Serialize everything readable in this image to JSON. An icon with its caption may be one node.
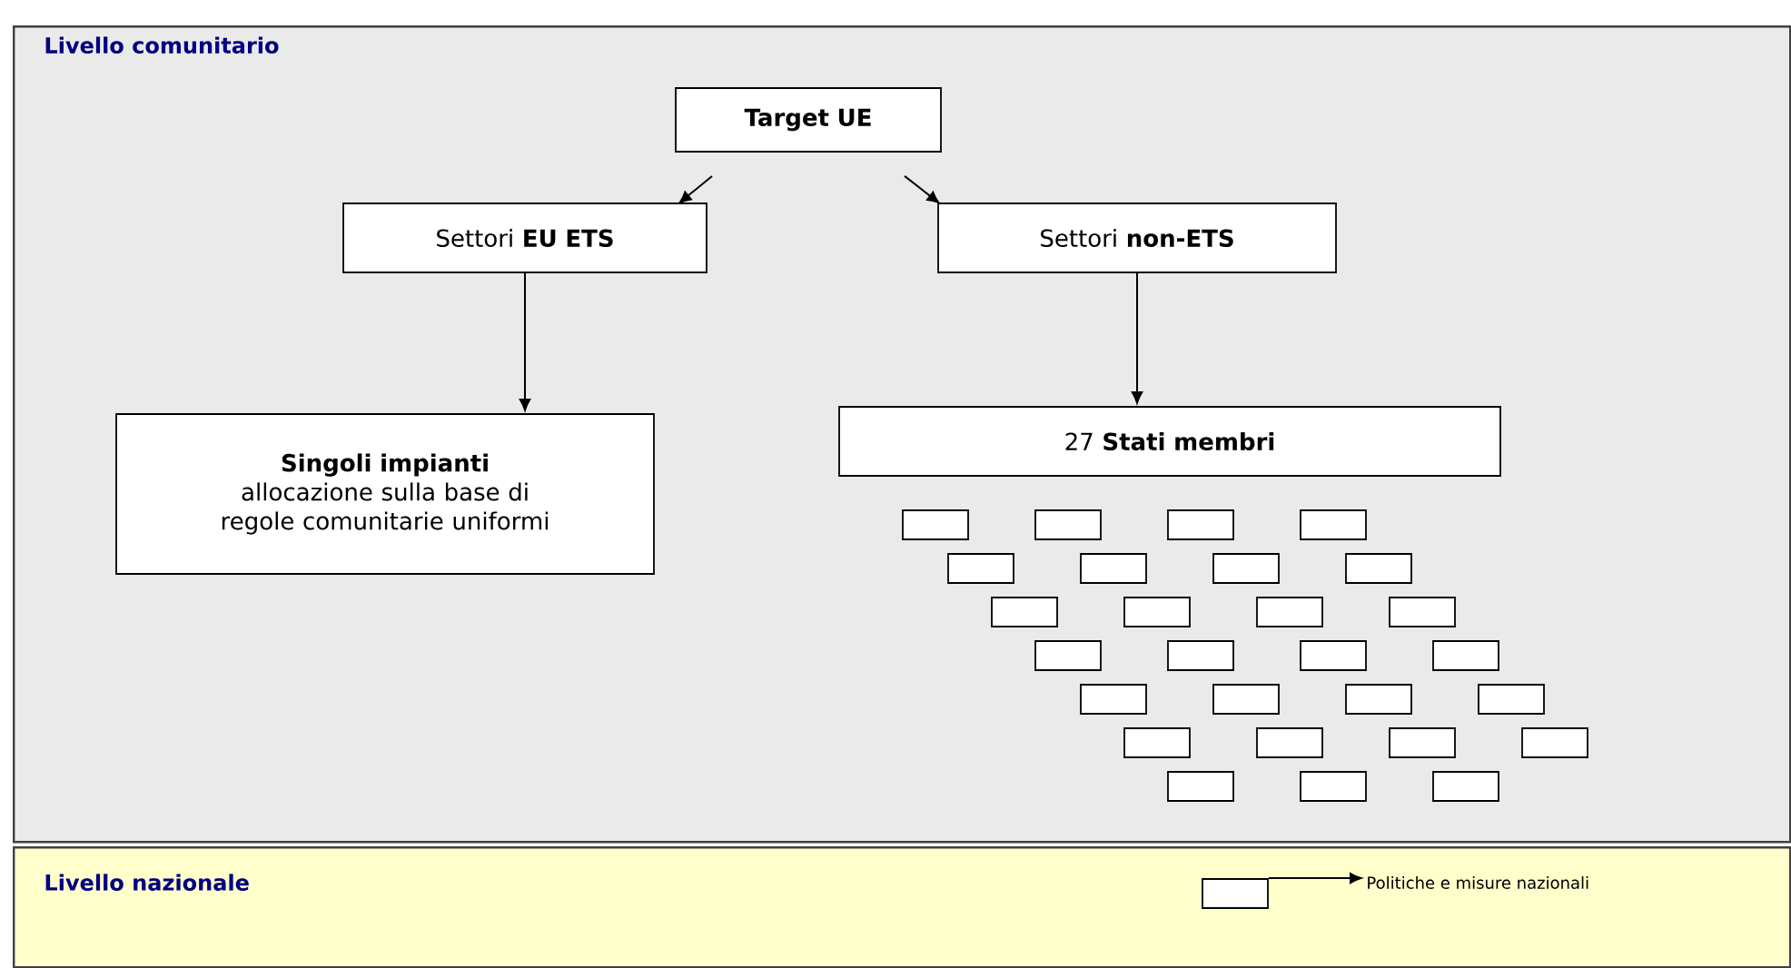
{
  "diagram": {
    "nodes": [
      {
        "text": [
          "Livello comunitario"
        ]
      },
      {
        "text": [
          "Target UE"
        ],
        "in": 0
      },
      {
        "text": [
          "Settori **EU ETS**"
        ],
        "in": 0
      },
      {
        "text": [
          "Settori **non-ETS**"
        ],
        "in": 0
      },
      {
        "text": [
          "Singoli impianti",
          "allocazione sulla base di regole comunitarie uniformi"
        ],
        "in": 0
      },
      {
        "text": [
          "27 **Stati membri**"
        ],
        "in": 0
      },
      {
        "text": [],
        "shape": "box",
        "in": 0
      },
      {
        "text": [],
        "shape": "box",
        "in": 0
      },
      {
        "text": [],
        "shape": "box",
        "in": 0
      },
      {
        "text": [],
        "shape": "box",
        "in": 0
      },
      {
        "text": [],
        "shape": "box",
        "in": 0
      },
      {
        "text": [],
        "shape": "box",
        "in": 0
      },
      {
        "text": [],
        "shape": "box",
        "in": 0
      },
      {
        "text": [],
        "shape": "box",
        "in": 0
      },
      {
        "text": [],
        "shape": "box",
        "in": 0
      },
      {
        "text": [],
        "shape": "box",
        "in": 0
      },
      {
        "text": [],
        "shape": "box",
        "in": 0
      },
      {
        "text": [],
        "shape": "box",
        "in": 0
      },
      {
        "text": [],
        "shape": "box",
        "in": 0
      },
      {
        "text": [],
        "shape": "box",
        "in": 0
      },
      {
        "text": [],
        "shape": "box",
        "in": 0
      },
      {
        "text": [],
        "shape": "box",
        "in": 0
      },
      {
        "text": [],
        "shape": "box",
        "in": 0
      },
      {
        "text": [],
        "shape": "box",
        "in": 0
      },
      {
        "text": [],
        "shape": "box",
        "in": 0
      },
      {
        "text": [],
        "shape": "box",
        "in": 0
      },
      {
        "text": [],
        "shape": "box",
        "in": 0
      },
      {
        "text": [],
        "shape": "box",
        "in": 0
      },
      {
        "text": [],
        "shape": "box",
        "in": 0
      },
      {
        "text": [],
        "shape": "box",
        "in": 0
      },
      {
        "text": [],
        "shape": "box",
        "in": 0
      },
      {
        "text": [],
        "shape": "box",
        "in": 0
      },
      {
        "text": [],
        "shape": "box",
        "in": 0
      },
      {
        "text": [
          "Livello nazionale"
        ]
      },
      {
        "text": [],
        "shape": "box",
        "in": 33
      },
      {
        "text": [
          "Politiche e misure nazionali"
        ],
        "in": 33
      }
    ],
    "edges": [
      {
        "from": 1,
        "to": 2,
        "arrow": "to"
      },
      {
        "from": 1,
        "to": 3,
        "arrow": "to"
      },
      {
        "from": 2,
        "to": 4,
        "arrow": "to"
      },
      {
        "from": 3,
        "to": 5,
        "arrow": "to"
      },
      {
        "from": 34,
        "to": 35,
        "arrow": "to"
      }
    ]
  }
}
